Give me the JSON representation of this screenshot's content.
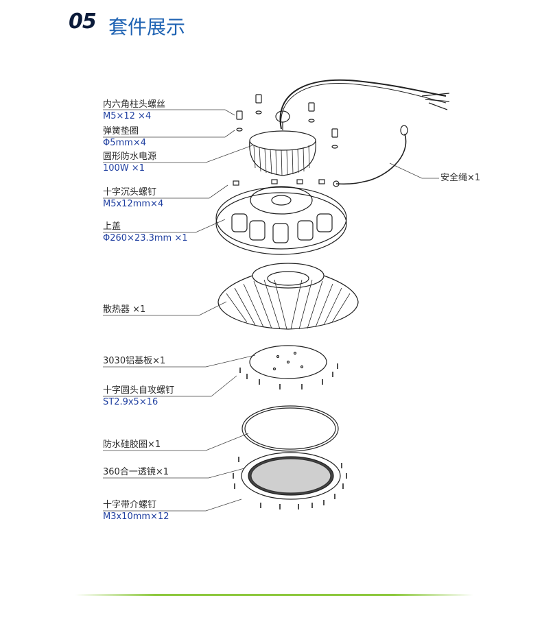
{
  "header": {
    "number": "05",
    "title": "套件展示"
  },
  "parts": [
    {
      "id": "hex-screw",
      "cn": "内六角柱头螺丝",
      "en": "M5×12 ×4"
    },
    {
      "id": "spring-washer",
      "cn": "弹簧垫圈",
      "en": "Φ5mm×4"
    },
    {
      "id": "power-supply",
      "cn": "圆形防水电源",
      "en": "100W ×1"
    },
    {
      "id": "cross-screw",
      "cn": "十字沉头螺钉",
      "en": "M5x12mm×4"
    },
    {
      "id": "top-cover",
      "cn": "上盖",
      "en": "Φ260×23.3mm ×1"
    },
    {
      "id": "heatsink",
      "cn": "散热器 ×1",
      "en": ""
    },
    {
      "id": "aluminum-board",
      "cn": "3030铝基板×1",
      "en": ""
    },
    {
      "id": "self-tap-screw",
      "cn": "十字圆头自攻螺钉",
      "en": "ST2.9x5×16"
    },
    {
      "id": "silicone-ring",
      "cn": "防水硅胶圈×1",
      "en": ""
    },
    {
      "id": "lens",
      "cn": "360合一透镜×1",
      "en": ""
    },
    {
      "id": "washer-screw",
      "cn": "十字带介螺钉",
      "en": "M3x10mm×12"
    }
  ],
  "safety_rope": {
    "label": "安全绳×1"
  },
  "colors": {
    "title_blue": "#1f63b3",
    "spec_blue": "#1f3fa0",
    "footer_green": "#8cc83c"
  }
}
